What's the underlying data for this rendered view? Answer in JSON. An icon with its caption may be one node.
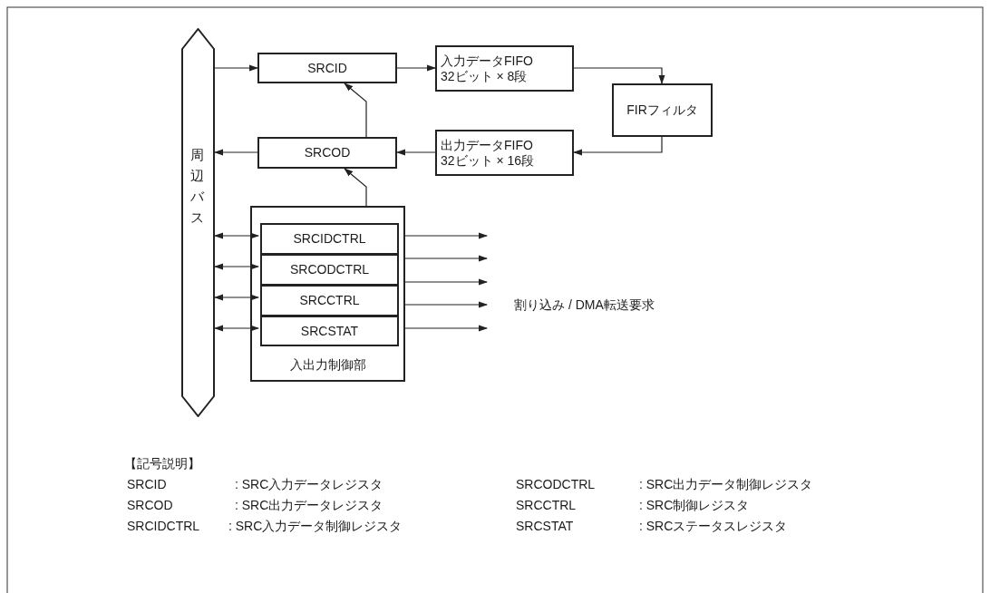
{
  "diagram": {
    "nodes": [
      {
        "text": [
          "周辺バス"
        ]
      },
      {
        "text": [
          "SRCID"
        ]
      },
      {
        "text": [
          "入力データFIFO 32ビット × 8段"
        ]
      },
      {
        "text": [
          "FIRフィルタ"
        ]
      },
      {
        "text": [
          "出力データFIFO 32ビット × 16段"
        ]
      },
      {
        "text": [
          "SRCOD"
        ]
      },
      {
        "text": [
          "入出力制御部"
        ]
      },
      {
        "text": [
          "SRCIDCTRL"
        ],
        "in": 6
      },
      {
        "text": [
          "SRCODCTRL"
        ],
        "in": 6
      },
      {
        "text": [
          "SRCCTRL"
        ],
        "in": 6
      },
      {
        "text": [
          "SRCSTAT"
        ],
        "in": 6
      }
    ],
    "edges": [
      {
        "from": 0,
        "to": 1,
        "arrow": "to"
      },
      {
        "from": 1,
        "to": 2,
        "arrow": "to"
      },
      {
        "from": 2,
        "to": 3,
        "arrow": "to"
      },
      {
        "from": 3,
        "to": 4,
        "arrow": "to"
      },
      {
        "from": 4,
        "to": 5,
        "arrow": "to"
      },
      {
        "from": 5,
        "to": 0,
        "arrow": "to"
      },
      {
        "from": 5,
        "to": 1,
        "arrow": "to"
      },
      {
        "from": 6,
        "to": 5,
        "arrow": "to"
      },
      {
        "from": 0,
        "to": 7,
        "arrow": "both"
      },
      {
        "from": 0,
        "to": 8,
        "arrow": "both"
      },
      {
        "from": 0,
        "to": 9,
        "arrow": "both"
      },
      {
        "from": 0,
        "to": 10,
        "arrow": "both"
      },
      {
        "from": 6,
        "to": null,
        "arrow": "to"
      },
      {
        "from": 6,
        "to": null,
        "arrow": "to"
      },
      {
        "from": 6,
        "to": null,
        "arrow": "to"
      },
      {
        "from": 6,
        "to": null,
        "arrow": "to"
      },
      {
        "from": 6,
        "to": null,
        "arrow": "to"
      }
    ],
    "labels": [
      "割り込み / DMA転送要求",
      "【記号説明】",
      "SRCID",
      ": SRC入力データレジスタ",
      "SRCODCTRL",
      ": SRC出力データ制御レジスタ",
      "SRCOD",
      ": SRC出力データレジスタ",
      "SRCCTRL",
      ": SRC制御レジスタ",
      "SRCIDCTRL",
      ": SRC入力データ制御レジスタ",
      "SRCSTAT",
      ": SRCステータスレジスタ"
    ]
  }
}
